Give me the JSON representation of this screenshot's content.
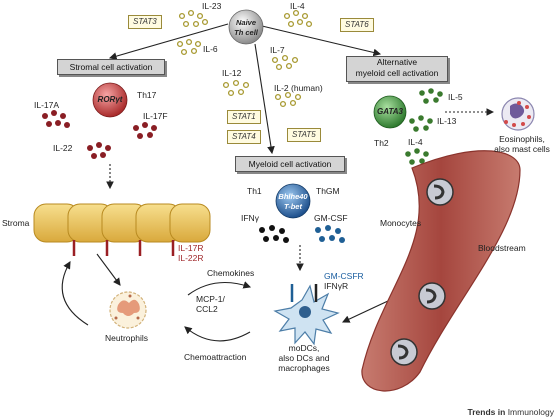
{
  "cytokines": {
    "il23": "IL-23",
    "il4_top": "IL-4",
    "il6": "IL-6",
    "il7": "IL-7",
    "il12": "IL-12",
    "il2": "IL-2 (human)",
    "il17a": "IL-17A",
    "il17f": "IL-17F",
    "il22": "IL-22",
    "il5": "IL-5",
    "il13": "IL-13",
    "il4_right": "IL-4",
    "ifng": "IFNγ",
    "gmcsf": "GM-CSF"
  },
  "cells": {
    "naive_line1": "Naive",
    "naive_line2": "Th cell",
    "rorgt": "RORγt",
    "gata3": "GATA3",
    "bhlhe40_line1": "Bhlhe40",
    "bhlhe40_line2": "T-bet",
    "th17": "Th17",
    "th2": "Th2",
    "th1": "Th1",
    "thgm": "ThGM"
  },
  "stats": {
    "stat3": "STAT3",
    "stat6": "STAT6",
    "stat1": "STAT1",
    "stat4": "STAT4",
    "stat5": "STAT5"
  },
  "boxes": {
    "stromal": "Stromal cell activation",
    "alternative_line1": "Alternative",
    "alternative_line2": "myeloid cell activation",
    "myeloid": "Myeloid cell activation"
  },
  "labels": {
    "stroma": "Stroma",
    "il17r": "IL-17R",
    "il22r": "IL-22R",
    "neutrophils": "Neutrophils",
    "chemokines": "Chemokines",
    "mcp1_line1": "MCP-1/",
    "mcp1_line2": "CCL2",
    "chemoattraction": "Chemoattraction",
    "gmcsfr": "GM-CSFR",
    "ifngr": "IFNγR",
    "modcs_line1": "moDCs,",
    "modcs_line2": "also DCs and",
    "modcs_line3": "macrophages",
    "monocytes": "Monocytes",
    "bloodstream": "Bloodstream",
    "eos_line1": "Eosinophils,",
    "eos_line2": "also mast cells"
  },
  "footer": {
    "journal_bold": "Trends in",
    "journal_rest": " Immunology"
  },
  "colors": {
    "red_cytokine": "#8a1e24",
    "green_cytokine": "#3a7a2e",
    "black_cytokine": "#111111",
    "blue_cytokine": "#1f5f95",
    "stat_box": "#fffbe0",
    "stroma": "#f1cf6c",
    "bloodstream": "#b4574f"
  }
}
